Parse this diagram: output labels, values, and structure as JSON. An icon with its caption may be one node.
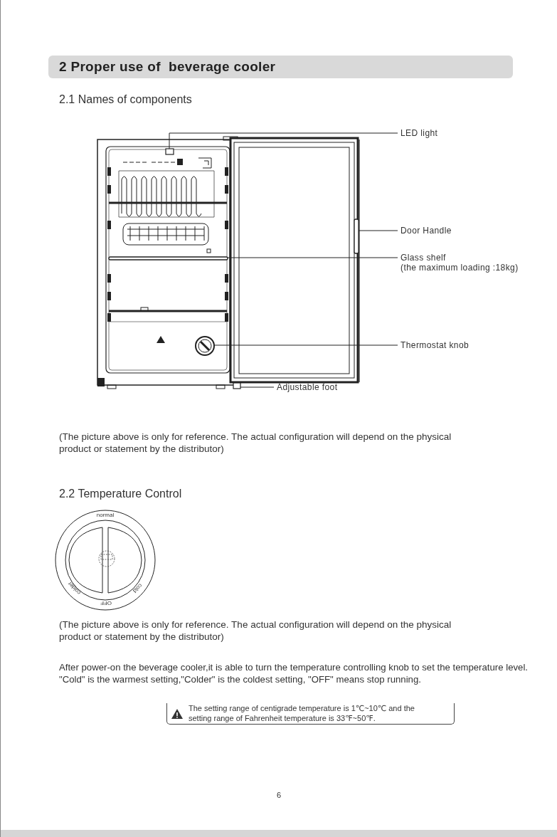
{
  "diagram": {
    "title": "2 Proper use of  beverage cooler",
    "nodes": [
      {
        "text": [
          "LED light"
        ]
      },
      {
        "text": [
          "Door Handle"
        ]
      },
      {
        "text": [
          "Glass shelf",
          "(the maximum loading :18kg)"
        ]
      },
      {
        "text": [
          "Thermostat knob"
        ]
      },
      {
        "text": [
          "Adjustable foot"
        ]
      },
      {
        "text": [],
        "shape": "box"
      },
      {
        "text": [],
        "shape": "bar"
      },
      {
        "text": [],
        "shape": "bar"
      },
      {
        "text": [],
        "shape": "circle"
      },
      {
        "text": [],
        "shape": "box"
      }
    ],
    "edges": [
      {
        "from": 0,
        "to": 5,
        "arrow": "none"
      },
      {
        "from": 1,
        "to": 6,
        "arrow": "none"
      },
      {
        "from": 2,
        "to": 7,
        "arrow": "none"
      },
      {
        "from": 3,
        "to": 8,
        "arrow": "none"
      },
      {
        "from": 4,
        "to": 9,
        "arrow": "none"
      }
    ],
    "labels": [
      "2.1 Names of components",
      "(The picture above is only for reference. The actual configuration will depend on the physical product or statement by the distributor)",
      "2.2 Temperature Control",
      "normal",
      "colder",
      "OFF",
      "cold",
      "(The picture above is only for reference. The actual configuration will depend on the physical product or statement by the distributor)",
      "After power-on the beverage cooler,it is able to turn the temperature controlling knob to set the temperature level. \"Cold\" is the warmest setting,\"Colder\" is the coldest setting, \"OFF\" means stop running.",
      "The setting range of centigrade temperature is 1℃~10℃ and the setting range of Fahrenheit temperature is 33℉~50℉.",
      "6"
    ]
  }
}
